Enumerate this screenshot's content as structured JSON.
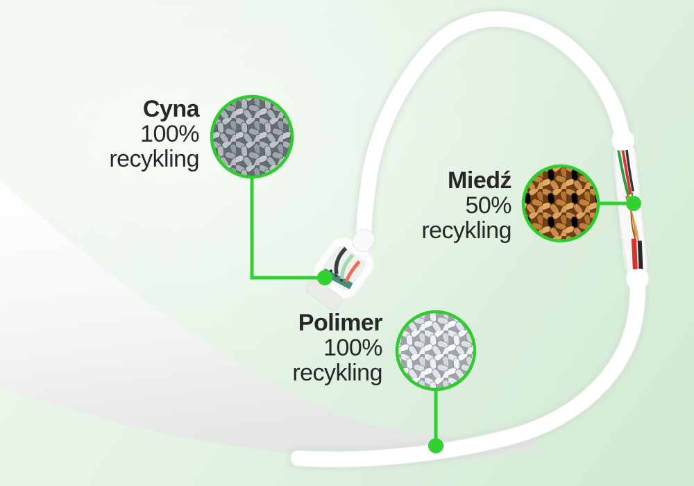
{
  "callouts": [
    {
      "material": "Cyna",
      "percent": "100%",
      "process": "recykling",
      "photo": "tin-pellets"
    },
    {
      "material": "Miedź",
      "percent": "50%",
      "process": "recykling",
      "photo": "copper-pellets"
    },
    {
      "material": "Polimer",
      "percent": "100%",
      "process": "recykling",
      "photo": "polymer-pellets"
    }
  ],
  "colors": {
    "accent_green": "#32d132",
    "ring_green": "#2ecd2e",
    "text_dark": "#272727",
    "background_light": "#f0f9f0",
    "background_dark": "#d1ebd2",
    "cable_white": "#ffffff",
    "copper_pellet": "#c98a4b",
    "tin_pellet": "#9aa1a8",
    "polymer_pellet": "#e8eaec"
  }
}
